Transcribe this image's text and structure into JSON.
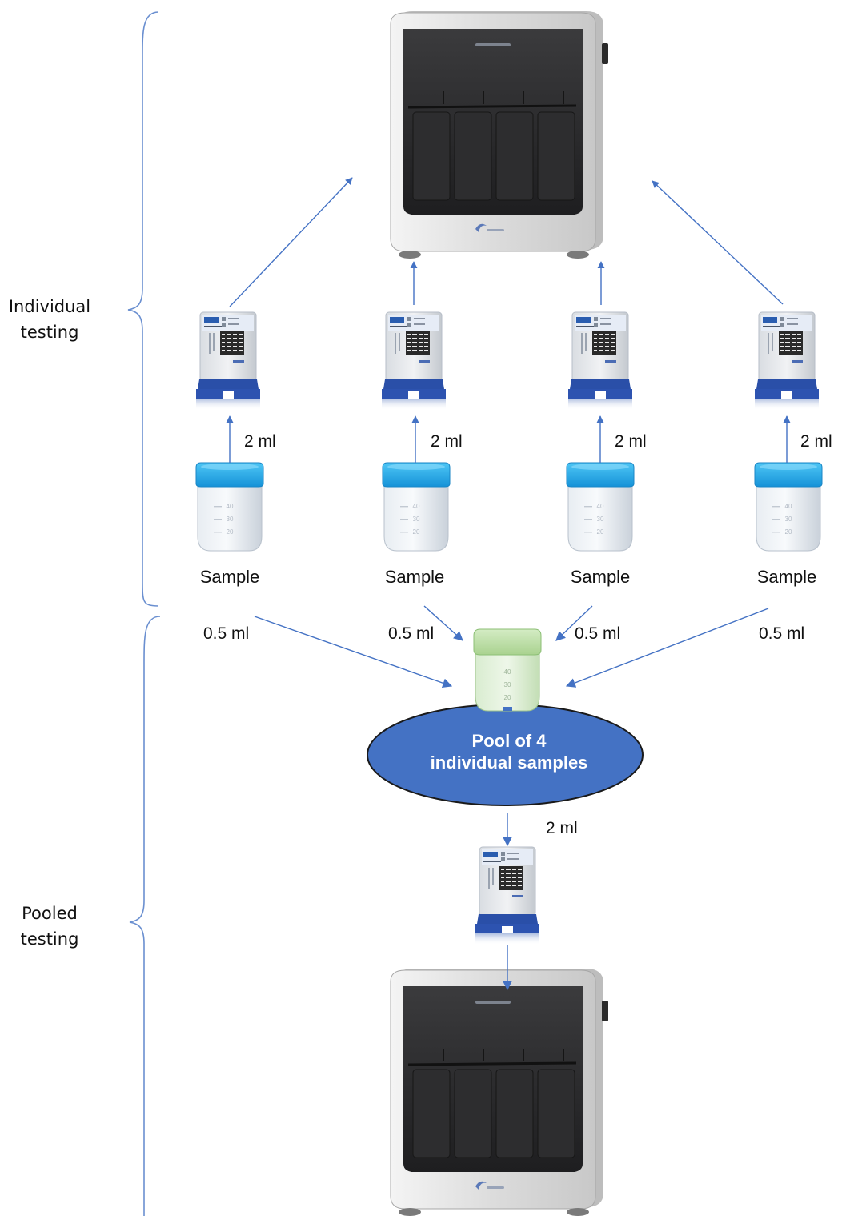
{
  "sections": {
    "individual": [
      "Individual",
      "testing"
    ],
    "pooled": [
      "Pooled",
      "testing"
    ]
  },
  "samples": [
    {
      "label": "Sample",
      "transfer_volume": "2 ml",
      "pool_volume": "0.5 ml"
    },
    {
      "label": "Sample",
      "transfer_volume": "2 ml",
      "pool_volume": "0.5 ml"
    },
    {
      "label": "Sample",
      "transfer_volume": "2 ml",
      "pool_volume": "0.5 ml"
    },
    {
      "label": "Sample",
      "transfer_volume": "2 ml",
      "pool_volume": "0.5 ml"
    }
  ],
  "pool": {
    "label": [
      "Pool of 4",
      "individual samples"
    ],
    "transfer_volume": "2 ml"
  },
  "colors": {
    "arrow": "#4472c4",
    "brace": "#6a8fd0",
    "pool_fill": "#4472c4",
    "cap": "#22a9e6",
    "pool_cap": "#b9dba4"
  },
  "icons": {
    "instrument": "genexpert-instrument-icon",
    "cartridge": "test-cartridge-icon",
    "sample": "sample-container-icon",
    "pool": "pooled-container-icon"
  }
}
